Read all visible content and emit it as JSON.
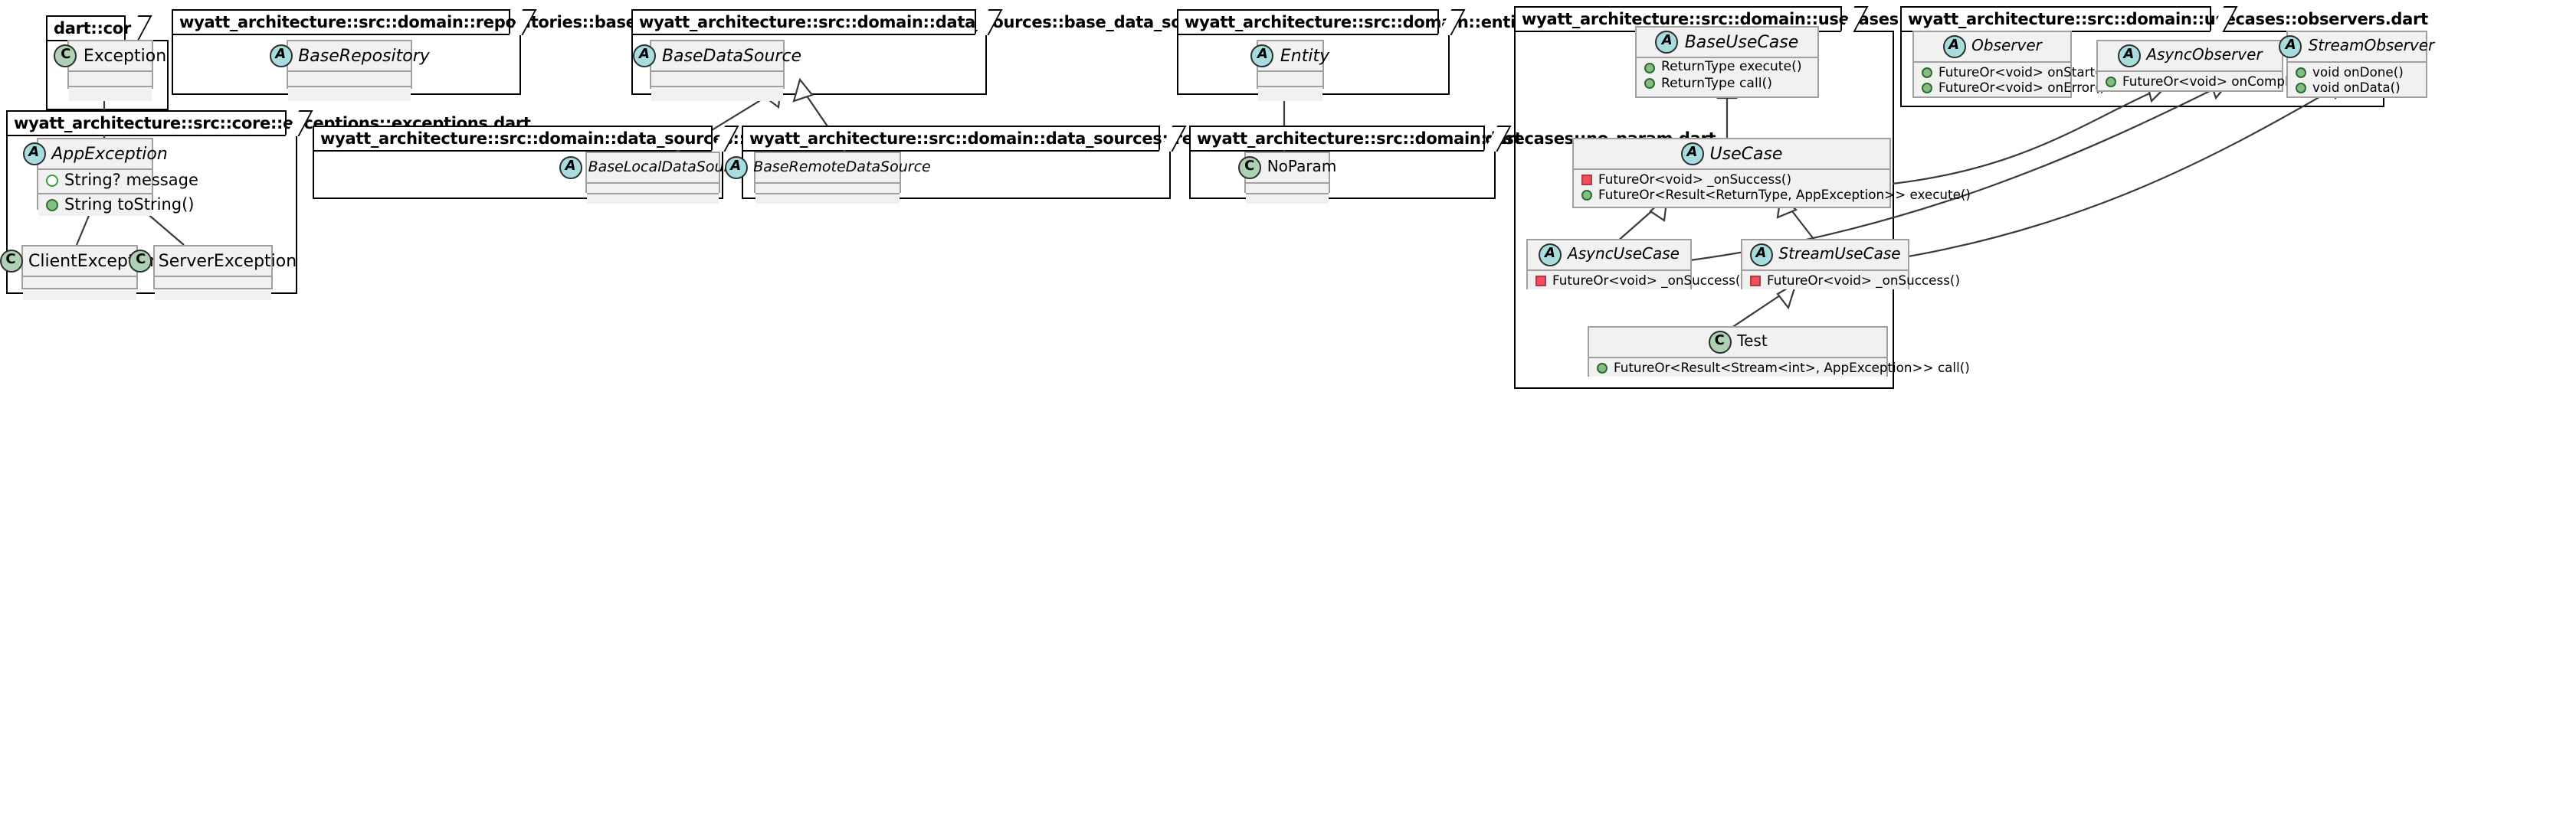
{
  "diagram": {
    "kind": "uml-class-diagram",
    "packages": [
      {
        "id": "dart-core",
        "label": "dart::core",
        "classes": [
          {
            "id": "Exception",
            "name": "Exception",
            "stereotype": "C",
            "abstract": false,
            "attributes": [],
            "methods": []
          }
        ]
      },
      {
        "id": "base-repository",
        "label": "wyatt_architecture::src::domain::repositories::base_repository.dart",
        "classes": [
          {
            "id": "BaseRepository",
            "name": "BaseRepository",
            "stereotype": "A",
            "abstract": true,
            "attributes": [],
            "methods": []
          }
        ]
      },
      {
        "id": "base-data-source",
        "label": "wyatt_architecture::src::domain::data_sources::base_data_source.dart",
        "classes": [
          {
            "id": "BaseDataSource",
            "name": "BaseDataSource",
            "stereotype": "A",
            "abstract": true,
            "attributes": [],
            "methods": []
          }
        ]
      },
      {
        "id": "entity",
        "label": "wyatt_architecture::src::domain::entities::entity.dart",
        "classes": [
          {
            "id": "Entity",
            "name": "Entity",
            "stereotype": "A",
            "abstract": true,
            "attributes": [],
            "methods": []
          }
        ]
      },
      {
        "id": "exceptions",
        "label": "wyatt_architecture::src::core::exceptions::exceptions.dart",
        "classes": [
          {
            "id": "AppException",
            "name": "AppException",
            "stereotype": "A",
            "abstract": true,
            "attributes": [
              {
                "visibility": "protected",
                "text": "String? message"
              }
            ],
            "methods": [
              {
                "visibility": "public",
                "text": "String toString()"
              }
            ]
          },
          {
            "id": "ClientException",
            "name": "ClientException",
            "stereotype": "C",
            "abstract": false,
            "attributes": [],
            "methods": []
          },
          {
            "id": "ServerException",
            "name": "ServerException",
            "stereotype": "C",
            "abstract": false,
            "attributes": [],
            "methods": []
          }
        ]
      },
      {
        "id": "base-local-data-source",
        "label": "wyatt_architecture::src::domain::data_sources::local::base_local_data_source.dart",
        "classes": [
          {
            "id": "BaseLocalDataSource",
            "name": "BaseLocalDataSource",
            "stereotype": "A",
            "abstract": true,
            "attributes": [],
            "methods": []
          }
        ]
      },
      {
        "id": "base-remote-data-source",
        "label": "wyatt_architecture::src::domain::data_sources::remote::base_remote_data_source.dart",
        "classes": [
          {
            "id": "BaseRemoteDataSource",
            "name": "BaseRemoteDataSource",
            "stereotype": "A",
            "abstract": true,
            "attributes": [],
            "methods": []
          }
        ]
      },
      {
        "id": "no-param",
        "label": "wyatt_architecture::src::domain::usecases::no_param.dart",
        "classes": [
          {
            "id": "NoParam",
            "name": "NoParam",
            "stereotype": "C",
            "abstract": false,
            "attributes": [],
            "methods": []
          }
        ]
      },
      {
        "id": "usecase",
        "label": "wyatt_architecture::src::domain::usecases::usecase.dart",
        "classes": [
          {
            "id": "BaseUseCase",
            "name": "BaseUseCase",
            "stereotype": "A",
            "abstract": true,
            "attributes": [],
            "methods": [
              {
                "visibility": "public",
                "text": "ReturnType execute()"
              },
              {
                "visibility": "public",
                "text": "ReturnType call()"
              }
            ]
          },
          {
            "id": "UseCase",
            "name": "UseCase",
            "stereotype": "A",
            "abstract": true,
            "attributes": [],
            "methods": [
              {
                "visibility": "private",
                "text": "FutureOr<void> _onSuccess()"
              },
              {
                "visibility": "public",
                "text": "FutureOr<Result<ReturnType, AppException>> execute()"
              }
            ]
          },
          {
            "id": "AsyncUseCase",
            "name": "AsyncUseCase",
            "stereotype": "A",
            "abstract": true,
            "attributes": [],
            "methods": [
              {
                "visibility": "private",
                "text": "FutureOr<void> _onSuccess()"
              }
            ]
          },
          {
            "id": "StreamUseCase",
            "name": "StreamUseCase",
            "stereotype": "A",
            "abstract": true,
            "attributes": [],
            "methods": [
              {
                "visibility": "private",
                "text": "FutureOr<void> _onSuccess()"
              }
            ]
          },
          {
            "id": "Test",
            "name": "Test",
            "stereotype": "C",
            "abstract": false,
            "attributes": [],
            "methods": [
              {
                "visibility": "public",
                "text": "FutureOr<Result<Stream<int>, AppException>> call()"
              }
            ]
          }
        ]
      },
      {
        "id": "observers",
        "label": "wyatt_architecture::src::domain::usecases::observers.dart",
        "classes": [
          {
            "id": "Observer",
            "name": "Observer",
            "stereotype": "A",
            "abstract": true,
            "attributes": [],
            "methods": [
              {
                "visibility": "public",
                "text": "FutureOr<void> onStart()"
              },
              {
                "visibility": "public",
                "text": "FutureOr<void> onError()"
              }
            ]
          },
          {
            "id": "AsyncObserver",
            "name": "AsyncObserver",
            "stereotype": "A",
            "abstract": true,
            "attributes": [],
            "methods": [
              {
                "visibility": "public",
                "text": "FutureOr<void> onComplete()"
              }
            ]
          },
          {
            "id": "StreamObserver",
            "name": "StreamObserver",
            "stereotype": "A",
            "abstract": true,
            "attributes": [],
            "methods": [
              {
                "visibility": "public",
                "text": "void onDone()"
              },
              {
                "visibility": "public",
                "text": "void onData()"
              }
            ]
          }
        ]
      }
    ],
    "relationships": [
      {
        "from": "AppException",
        "to": "Exception",
        "type": "generalization"
      },
      {
        "from": "ClientException",
        "to": "AppException",
        "type": "generalization"
      },
      {
        "from": "ServerException",
        "to": "AppException",
        "type": "generalization"
      },
      {
        "from": "BaseLocalDataSource",
        "to": "BaseDataSource",
        "type": "generalization"
      },
      {
        "from": "BaseRemoteDataSource",
        "to": "BaseDataSource",
        "type": "generalization"
      },
      {
        "from": "NoParam",
        "to": "Entity",
        "type": "generalization"
      },
      {
        "from": "UseCase",
        "to": "BaseUseCase",
        "type": "generalization"
      },
      {
        "from": "AsyncUseCase",
        "to": "UseCase",
        "type": "generalization"
      },
      {
        "from": "StreamUseCase",
        "to": "UseCase",
        "type": "generalization"
      },
      {
        "from": "Test",
        "to": "StreamUseCase",
        "type": "generalization"
      },
      {
        "from": "UseCase",
        "to": "Observer",
        "type": "generalization"
      },
      {
        "from": "AsyncUseCase",
        "to": "AsyncObserver",
        "type": "generalization"
      },
      {
        "from": "StreamUseCase",
        "to": "StreamObserver",
        "type": "generalization"
      }
    ],
    "colors": {
      "class_fill": "#F1F1F1",
      "class_border": "#A0A0A0",
      "package_border": "#000000",
      "stereotype_class": "#ADD1B2",
      "stereotype_abstract": "#A9DCDF",
      "visibility_public": "#84BE84",
      "visibility_protected": "#FFFFFF",
      "visibility_private": "#F24D5C",
      "edge": "#3A3A3A",
      "background": "#FFFFFF"
    }
  }
}
